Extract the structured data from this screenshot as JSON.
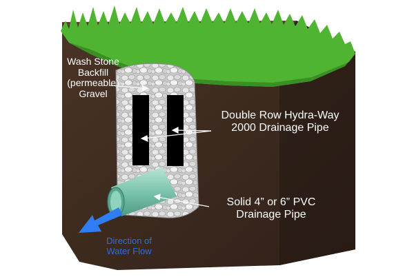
{
  "labels": {
    "backfill": [
      "Wash Stone",
      "Backfill",
      "(permeable)",
      "Gravel"
    ],
    "hydra_way": [
      "Double Row Hydra-Way",
      "2000 Drainage Pipe"
    ],
    "pvc": [
      "Solid 4” or 6” PVC",
      "Drainage Pipe"
    ],
    "flow": [
      "Direction of",
      "Water Flow"
    ]
  },
  "colors": {
    "grass": "#4fb432",
    "soil_front": "#3c2a20",
    "soil_side": "#2a1c15",
    "soil_top": "#5a3f2e",
    "gravel": "#d9d9d9",
    "drain_pipe": "#000000",
    "pvc_pipe": "#84cbb4",
    "flow_arrow": "#2f7df2",
    "label_text": "#ffffff"
  },
  "icons": {
    "grass": "grass-icon",
    "flow_arrow": "arrow-icon"
  }
}
